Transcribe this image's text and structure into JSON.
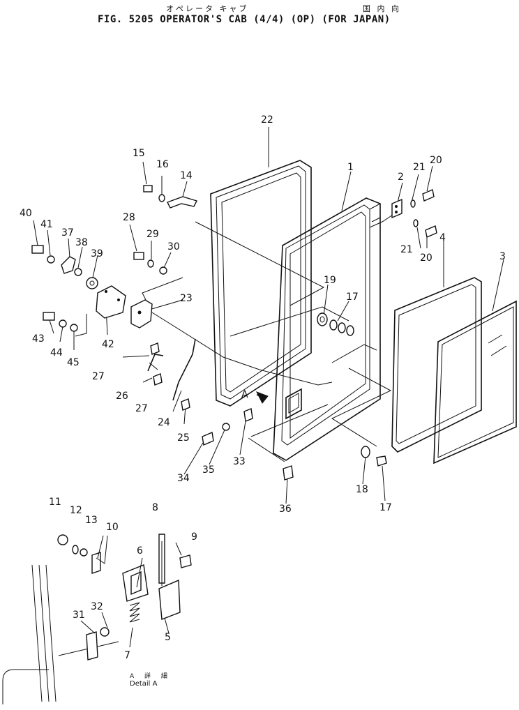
{
  "header": {
    "jp_left": "オペレータ キャブ",
    "jp_right": "国 内 向",
    "title": "FIG. 5205  OPERATOR'S CAB (4/4) (OP) (FOR JAPAN)"
  },
  "callouts": [
    "1",
    "2",
    "3",
    "4",
    "5",
    "6",
    "7",
    "8",
    "9",
    "10",
    "11",
    "12",
    "13",
    "14",
    "15",
    "16",
    "17",
    "18",
    "19",
    "20",
    "21",
    "22",
    "23",
    "24",
    "25",
    "26",
    "27",
    "28",
    "29",
    "30",
    "31",
    "32",
    "33",
    "34",
    "35",
    "36",
    "37",
    "38",
    "39",
    "40",
    "41",
    "42",
    "43",
    "44",
    "45"
  ],
  "detail_marker": "A",
  "detail_caption": {
    "jp": "A 詳 細",
    "en": "Detail A"
  }
}
